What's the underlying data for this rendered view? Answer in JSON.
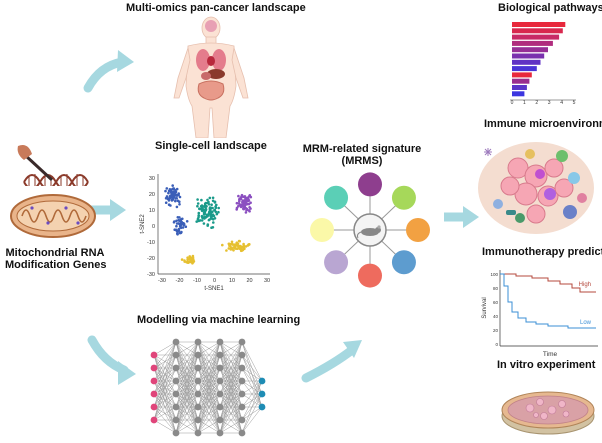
{
  "titles": {
    "multiomics": "Multi-omics pan-cancer landscape",
    "single_cell": "Single-cell landscape",
    "mitochondrial_line1": "Mitochondrial RNA",
    "mitochondrial_line2": "Modification Genes",
    "signature_line1": "MRM-related signature",
    "signature_line2": "(MRMS)",
    "modelling": "Modelling via machine learning",
    "pathways": "Biological pathways",
    "immune": "Immune microenvironment",
    "immunotherapy": "Immunotherapy prediction",
    "in_vitro": "In vitro experiment"
  },
  "tsne": {
    "xlabel": "t-SNE1",
    "ylabel": "t-SNE2",
    "x_ticks": [
      "-30",
      "-20",
      "-10",
      "0",
      "10",
      "20",
      "30"
    ],
    "y_ticks": [
      "30",
      "20",
      "10",
      "0",
      "-10",
      "-20",
      "-30"
    ],
    "cluster_colors": [
      "#3b5fb8",
      "#1a9a8a",
      "#8b4fc0",
      "#e6c030"
    ]
  },
  "survival": {
    "ylabel": "Survival",
    "xlabel": "Time",
    "y_ticks": [
      "100",
      "80",
      "60",
      "40",
      "20",
      "0"
    ],
    "high_label": "High",
    "low_label": "Low",
    "high_color": "#b5483c",
    "low_color": "#3b8fd6"
  },
  "pathway_bars": {
    "values": [
      4.3,
      4.1,
      3.8,
      3.3,
      2.9,
      2.6,
      2.3,
      2.0,
      1.6,
      1.4,
      1.2,
      1.0
    ],
    "colors": [
      "#e8283c",
      "#d8284e",
      "#c82a66",
      "#b02c7e",
      "#962e96",
      "#7a30ae",
      "#6032c4",
      "#4a34d6",
      "#e8283c",
      "#9a2e8e",
      "#5a34c8",
      "#3c36e0"
    ]
  },
  "signature_colors": [
    "#8e3e8e",
    "#a6d85a",
    "#f2a142",
    "#5d9ccf",
    "#ee6b5e",
    "#b9a6d2",
    "#fbf8a8",
    "#5bcfb6"
  ],
  "network_input_colors": [
    "#e0457a",
    "#e0457a",
    "#e0457a",
    "#e0457a",
    "#e0457a",
    "#e0457a",
    "#e0457a",
    "#e0457a"
  ],
  "network_output_color": "#1e8cb4",
  "arrow_color": "#a6d8e0"
}
